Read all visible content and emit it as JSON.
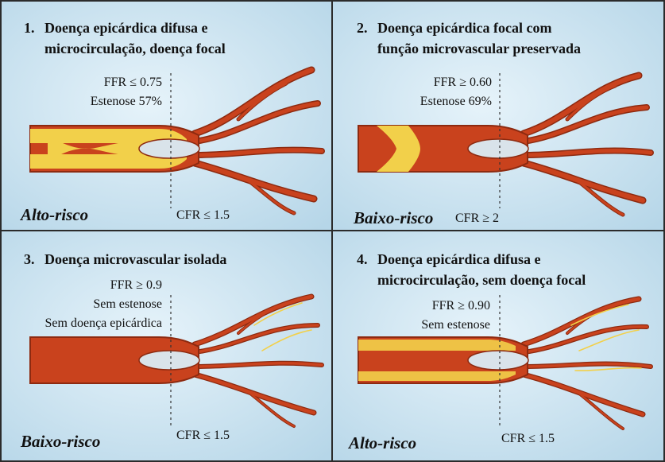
{
  "colors": {
    "panel_bg_light": "#e4f2f9",
    "panel_bg_dark": "#b9d9ea",
    "vessel": "#c9421d",
    "vessel_dark": "#8d2a10",
    "plaque": "#f2d04a",
    "lumen": "#d9e3ea",
    "border": "#2b2b2b"
  },
  "panels": [
    {
      "number": "1.",
      "title_line1": "Doença epicárdica difusa e",
      "title_line2": "microcirculação, doença focal",
      "metrics": [
        "FFR ≤ 0.75",
        "Estenose 57%"
      ],
      "cfr": "CFR ≤ 1.5",
      "risk": "Alto-risco"
    },
    {
      "number": "2.",
      "title_line1": "Doença epicárdica focal com",
      "title_line2": "função microvascular preservada",
      "metrics": [
        "FFR ≥ 0.60",
        "Estenose 69%"
      ],
      "cfr": "CFR ≥ 2",
      "risk": "Baixo-risco"
    },
    {
      "number": "3.",
      "title_line1": "Doença microvascular isolada",
      "title_line2": "",
      "metrics": [
        "FFR ≥ 0.9",
        "Sem estenose",
        "Sem doença epicárdica"
      ],
      "cfr": "CFR ≤ 1.5",
      "risk": "Baixo-risco"
    },
    {
      "number": "4.",
      "title_line1": "Doença epicárdica difusa e",
      "title_line2": "microcirculação, sem doença focal",
      "metrics": [
        "FFR ≥ 0.90",
        "Sem estenose"
      ],
      "cfr": "CFR ≤ 1.5",
      "risk": "Alto-risco"
    }
  ]
}
